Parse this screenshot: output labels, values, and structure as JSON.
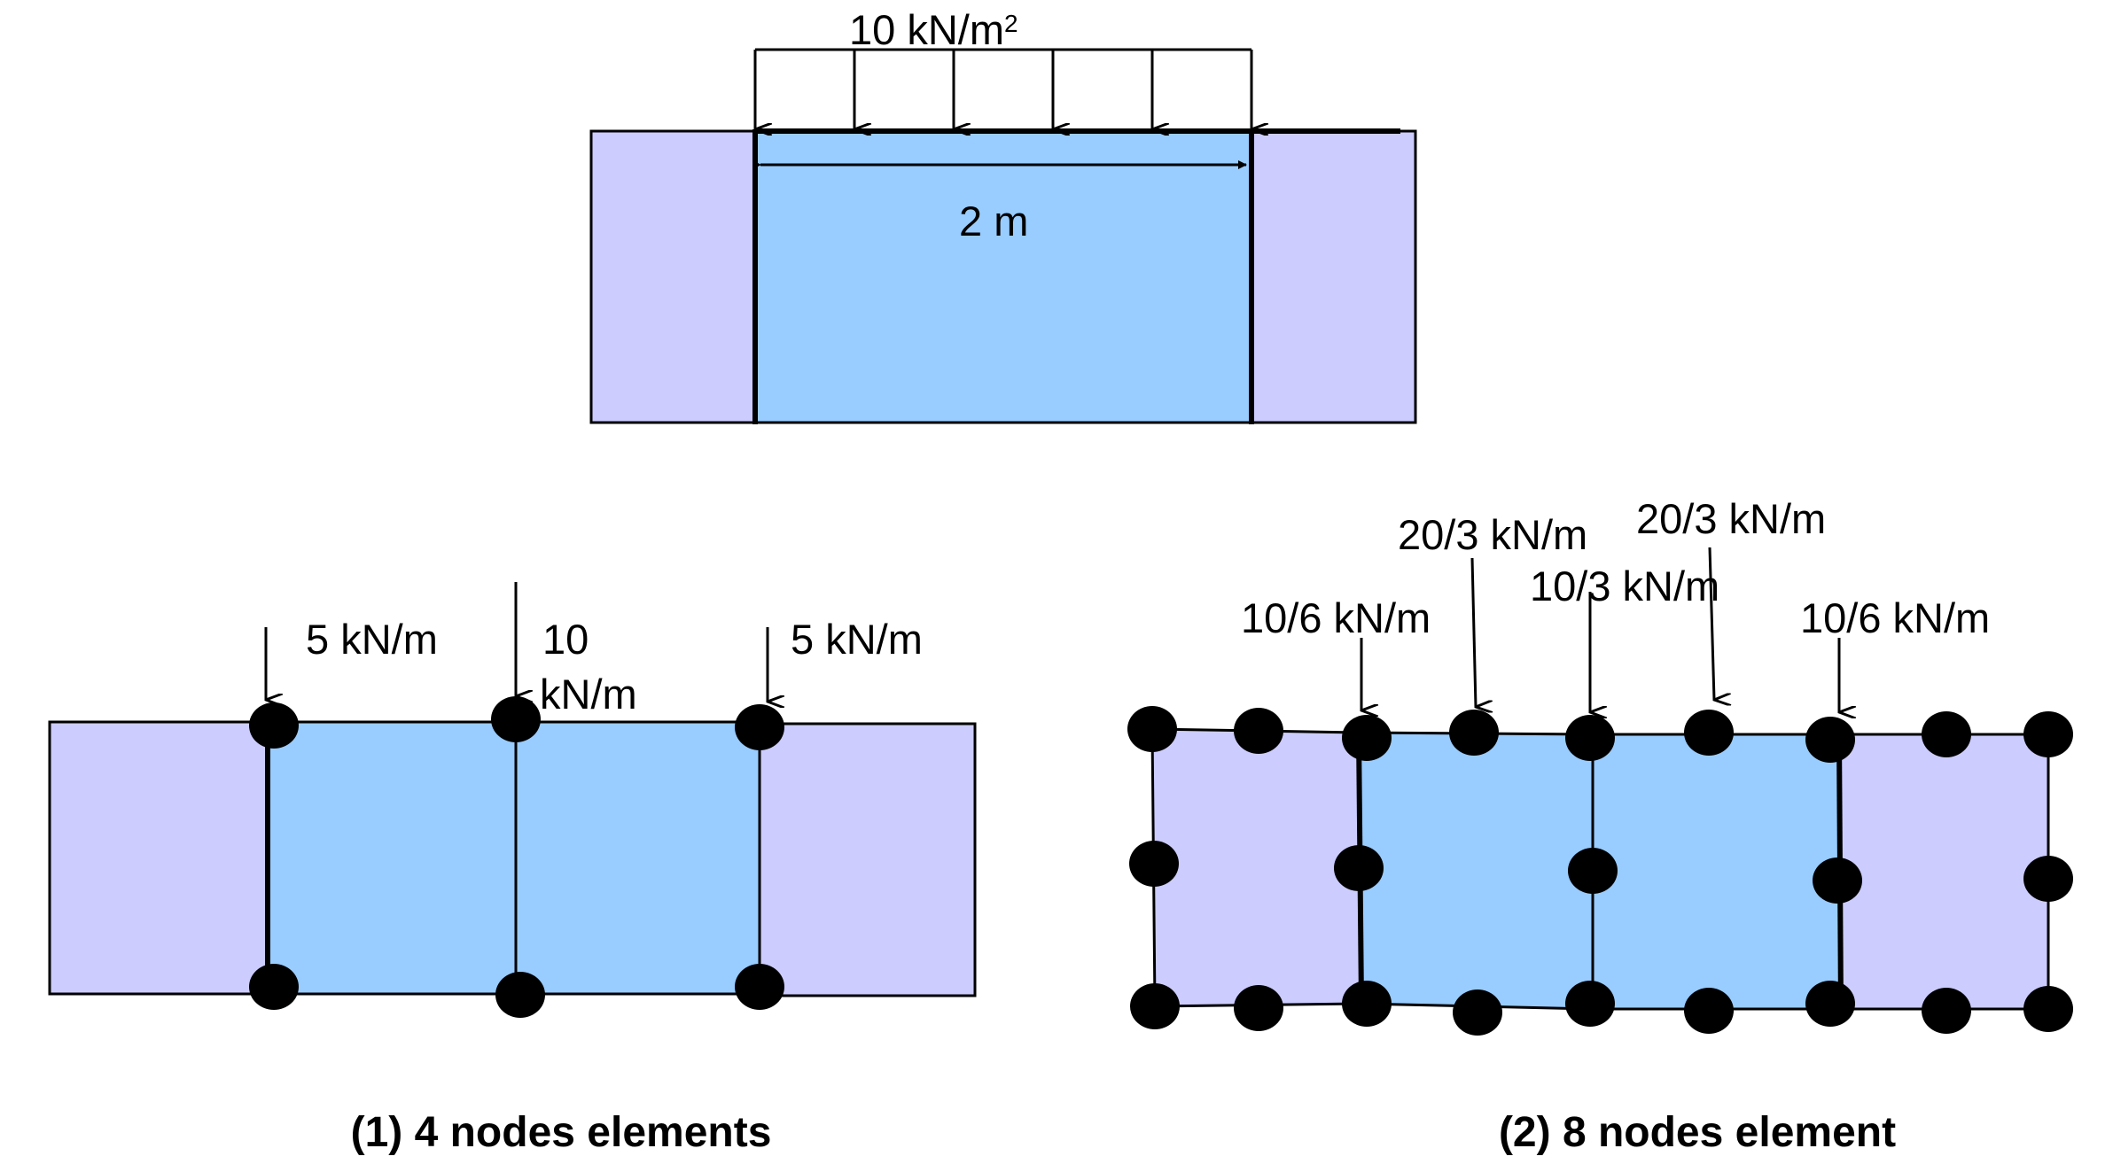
{
  "top": {
    "load_label": "10 kN/m",
    "load_label_sup": "2",
    "width_label": "2 m"
  },
  "four_node": {
    "caption": "(1) 4 nodes elements",
    "left_load": "5 kN/m",
    "center_load_line1": "10",
    "center_load_line2": "kN/m",
    "right_load": "5 kN/m"
  },
  "eight_node": {
    "caption": "(2) 8 nodes element",
    "load_1": "10/6 kN/m",
    "load_2": "20/3 kN/m",
    "load_3": "10/3 kN/m",
    "load_4": "20/3 kN/m",
    "load_5": "10/6 kN/m"
  },
  "colors": {
    "soil": "#ccccff",
    "loaded_region": "#99ccff",
    "line": "#000000"
  }
}
